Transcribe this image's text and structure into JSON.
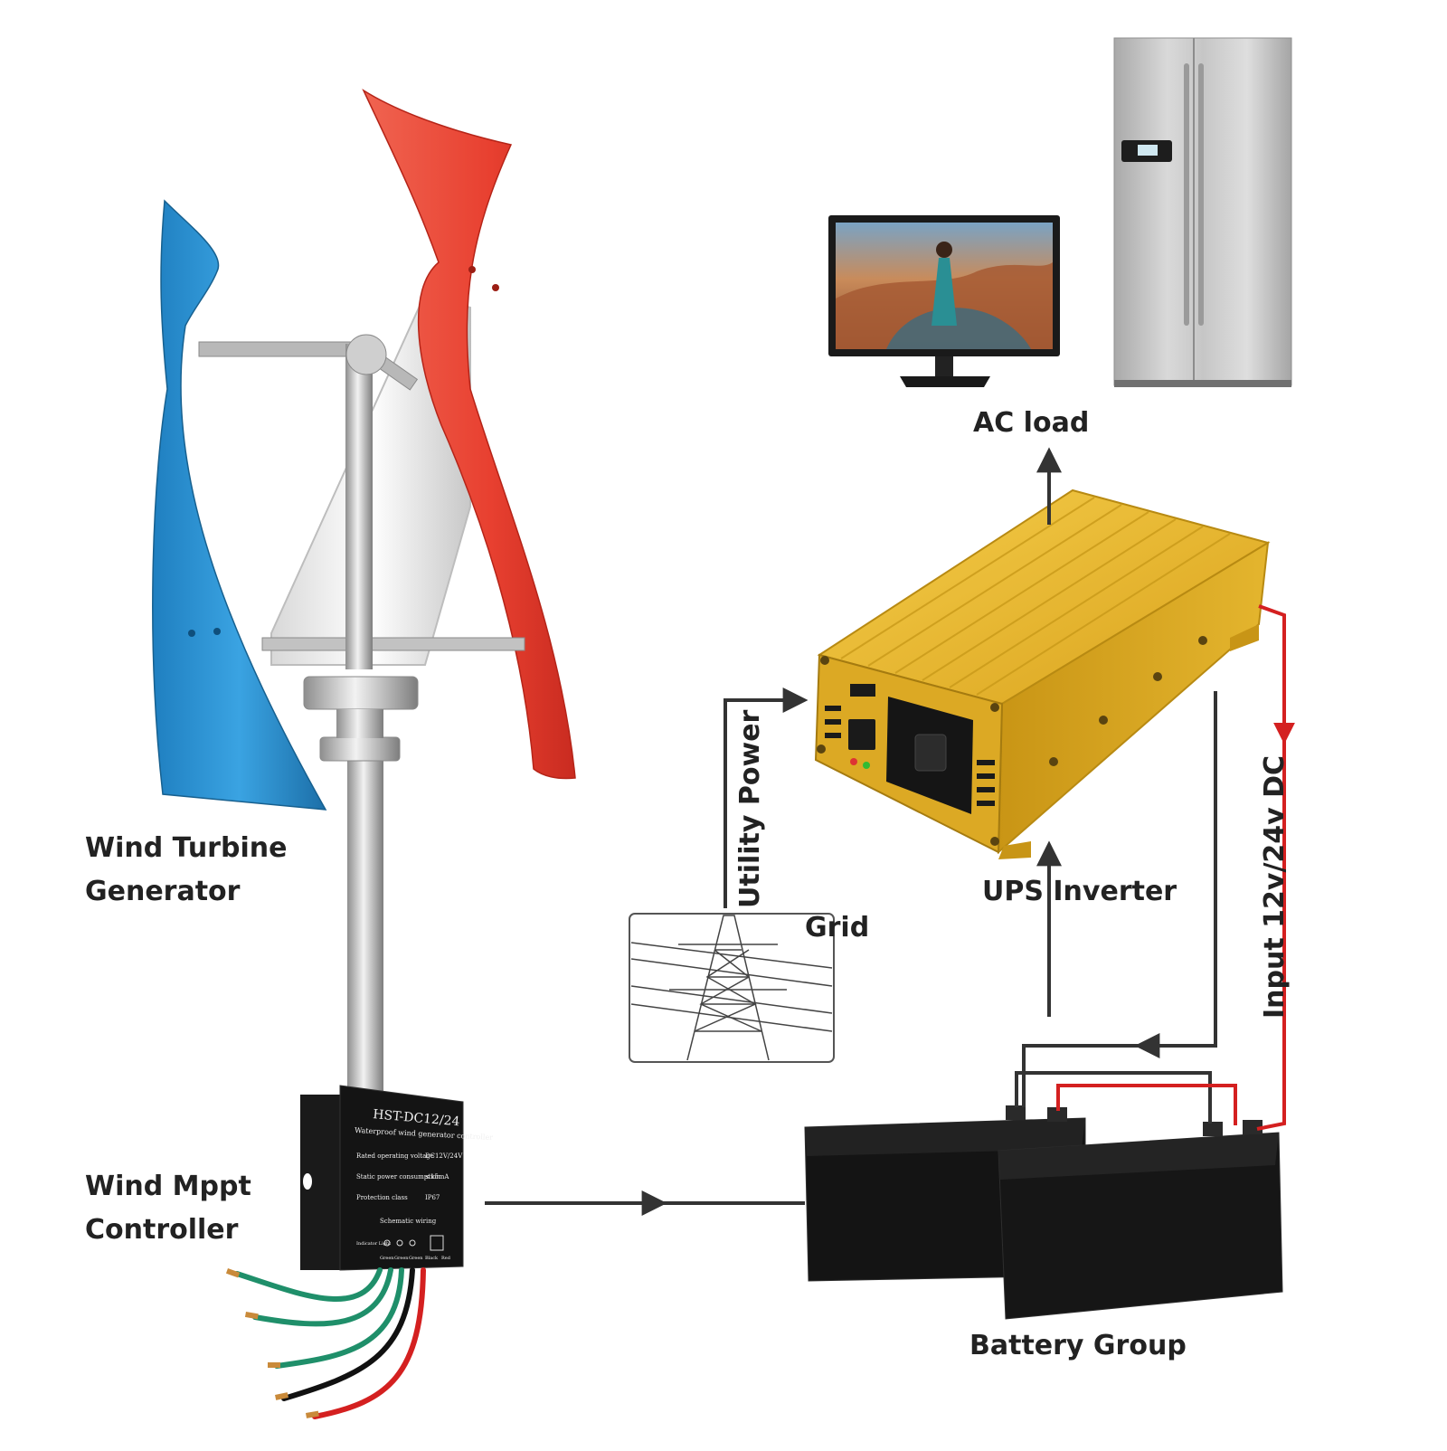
{
  "labels": {
    "wind_turbine_line1": "Wind Turbine",
    "wind_turbine_line2": "Generator",
    "controller_line1": "Wind Mppt",
    "controller_line2": "Controller",
    "ac_load": "AC load",
    "ups_inverter": "UPS Inverter",
    "grid": "Grid",
    "utility_power": "Utility Power",
    "input_dc": "Input 12v/24v DC",
    "battery_group": "Battery Group"
  },
  "controller_panel": {
    "model": "HST-DC12/24",
    "subtitle": "Waterproof wind generator controller",
    "rows": [
      {
        "key": "Rated operating voltage",
        "value": "DC12V/24V"
      },
      {
        "key": "Static power consumption",
        "value": "≤15mA"
      },
      {
        "key": "Protection class",
        "value": "IP67"
      }
    ],
    "schematic_title": "Schematic wiring",
    "indicator_label": "Indicator Light",
    "wire_labels": [
      "Green",
      "Green",
      "Green",
      "Black",
      "Red"
    ]
  },
  "colors": {
    "blade_blue": "#2a93d5",
    "blade_red": "#ee4b3a",
    "inverter_gold": "#e8b52a",
    "battery_black": "#141414",
    "dc_positive_wire": "#d42020",
    "connection_line": "#333333"
  }
}
